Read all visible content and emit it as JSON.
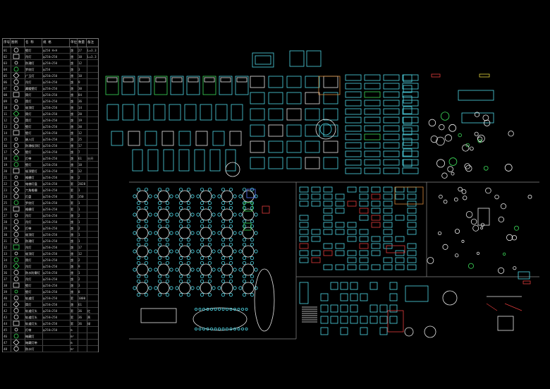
{
  "legend": {
    "headers": [
      "序号",
      "图例",
      "名 称",
      "规 格",
      "单位",
      "数量",
      "备注"
    ],
    "rows": [
      {
        "no": "01",
        "name": "壁灯",
        "spec": "φ250 H×H",
        "unit": "盏",
        "qty": "27",
        "remark": "L=3.3"
      },
      {
        "no": "02",
        "name": "吊灯",
        "spec": "φ250×250",
        "unit": "盏",
        "qty": "10",
        "remark": "L=3.3"
      },
      {
        "no": "03",
        "name": "防潮灯",
        "spec": "φ250×250",
        "unit": "盏",
        "qty": "12",
        "remark": ""
      },
      {
        "no": "04",
        "name": "罗纹灯",
        "spec": "φ250",
        "unit": "盏",
        "qty": "3",
        "remark": ""
      },
      {
        "no": "05",
        "name": "广玉灯",
        "spec": "φ250×250",
        "unit": "盏",
        "qty": "10",
        "remark": ""
      },
      {
        "no": "06",
        "name": "吊灯",
        "spec": "φ250×250",
        "unit": "盏",
        "qty": "9",
        "remark": ""
      },
      {
        "no": "07",
        "name": "藏暖壁灯",
        "spec": "φ250×250",
        "unit": "盏",
        "qty": "30",
        "remark": ""
      },
      {
        "no": "08",
        "name": "筒灯",
        "spec": "φ250×250",
        "unit": "盏",
        "qty": "84",
        "remark": ""
      },
      {
        "no": "09",
        "name": "筒灯",
        "spec": "φ250×250",
        "unit": "盏",
        "qty": "36",
        "remark": ""
      },
      {
        "no": "10",
        "name": "吸顶灯",
        "spec": "φ250×250",
        "unit": "盏",
        "qty": "14",
        "remark": ""
      },
      {
        "no": "11",
        "name": "筒灯",
        "spec": "φ250×250",
        "unit": "盏",
        "qty": "20",
        "remark": ""
      },
      {
        "no": "12",
        "name": "筒灯",
        "spec": "φ250×250",
        "unit": "盏",
        "qty": "19",
        "remark": ""
      },
      {
        "no": "13",
        "name": "壁灯",
        "spec": "φ250×250",
        "unit": "盏",
        "qty": "30",
        "remark": ""
      },
      {
        "no": "14",
        "name": "壁灯",
        "spec": "φ250×250",
        "unit": "盏",
        "qty": "12",
        "remark": ""
      },
      {
        "no": "15",
        "name": "嵌入灯",
        "spec": "φ250×250",
        "unit": "盏",
        "qty": "25",
        "remark": ""
      },
      {
        "no": "16",
        "name": "防潮吸顶灯",
        "spec": "φ250×250",
        "unit": "盏",
        "qty": "17",
        "remark": ""
      },
      {
        "no": "17",
        "name": "壁灯",
        "spec": "φ250×250",
        "unit": "盏",
        "qty": "7",
        "remark": ""
      },
      {
        "no": "18",
        "name": "灯带",
        "spec": "φ250×250",
        "unit": "盏",
        "qty": "61",
        "remark": "分开"
      },
      {
        "no": "19",
        "name": "壁灯",
        "spec": "φ250×250",
        "unit": "盏",
        "qty": "18",
        "remark": ""
      },
      {
        "no": "20",
        "name": "吸顶壁灯",
        "spec": "φ250×250",
        "unit": "盏",
        "qty": "32",
        "remark": ""
      },
      {
        "no": "21",
        "name": "格栅灯",
        "spec": "φ250×250",
        "unit": "盏",
        "qty": "2",
        "remark": ""
      },
      {
        "no": "22",
        "name": "电梯灯盘",
        "spec": "φ250×250",
        "unit": "套",
        "qty": "2028",
        "remark": ""
      },
      {
        "no": "23",
        "name": "六角格栅",
        "spec": "φ250×250",
        "unit": "套",
        "qty": "1",
        "remark": ""
      },
      {
        "no": "24",
        "name": "灯盘",
        "spec": "φ250×250",
        "unit": "套",
        "qty": "350",
        "remark": ""
      },
      {
        "no": "25",
        "name": "罗纹灯",
        "spec": "φ250×250",
        "unit": "套",
        "qty": "1",
        "remark": ""
      },
      {
        "no": "26",
        "name": "格栅灯",
        "spec": "φ250×250",
        "unit": "套",
        "qty": "1",
        "remark": ""
      },
      {
        "no": "27",
        "name": "吊灯",
        "spec": "φ250×250",
        "unit": "盏",
        "qty": "2",
        "remark": ""
      },
      {
        "no": "28",
        "name": "吊灯",
        "spec": "φ250×250",
        "unit": "盏",
        "qty": "1",
        "remark": ""
      },
      {
        "no": "29",
        "name": "灯带",
        "spec": "φ250×250",
        "unit": "盏",
        "qty": "2",
        "remark": ""
      },
      {
        "no": "30",
        "name": "吸顶灯",
        "spec": "φ250×250",
        "unit": "盏",
        "qty": "1",
        "remark": ""
      },
      {
        "no": "31",
        "name": "防潮灯",
        "spec": "φ250×250",
        "unit": "盏",
        "qty": "1",
        "remark": ""
      },
      {
        "no": "32",
        "name": "吊灯",
        "spec": "φ250×250",
        "unit": "盏",
        "qty": "17",
        "remark": ""
      },
      {
        "no": "33",
        "name": "吸顶灯",
        "spec": "φ250×250",
        "unit": "盏",
        "qty": "12",
        "remark": ""
      },
      {
        "no": "34",
        "name": "筒灯",
        "spec": "φ250×250",
        "unit": "盏",
        "qty": "2",
        "remark": ""
      },
      {
        "no": "35",
        "name": "吊灯",
        "spec": "φ250×250",
        "unit": "盏",
        "qty": "9",
        "remark": ""
      },
      {
        "no": "36",
        "name": "防水防雾灯",
        "spec": "φ250×250",
        "unit": "盏",
        "qty": "1",
        "remark": ""
      },
      {
        "no": "37",
        "name": "吊灯",
        "spec": "φ250×250",
        "unit": "盏",
        "qty": "2",
        "remark": ""
      },
      {
        "no": "38",
        "name": "壁灯",
        "spec": "φ250×250",
        "unit": "盏",
        "qty": "3",
        "remark": ""
      },
      {
        "no": "39",
        "name": "壁灯",
        "spec": "φ250×250",
        "unit": "盏",
        "qty": "8",
        "remark": ""
      },
      {
        "no": "40",
        "name": "轨道灯",
        "spec": "φ250×250",
        "unit": "套",
        "qty": "1000",
        "remark": ""
      },
      {
        "no": "41",
        "name": "筒灯",
        "spec": "φ250×250",
        "unit": "盏",
        "qty": "61",
        "remark": ""
      },
      {
        "no": "42",
        "name": "轨道灯头",
        "spec": "φ250×250",
        "unit": "套",
        "qty": "36",
        "remark": "红"
      },
      {
        "no": "43",
        "name": "轨道灯头",
        "spec": "φ250×250",
        "unit": "套",
        "qty": "36",
        "remark": "黄"
      },
      {
        "no": "44",
        "name": "轨道灯头",
        "spec": "φ250×250",
        "unit": "套",
        "qty": "36",
        "remark": "绿"
      },
      {
        "no": "45",
        "name": "灯带",
        "spec": "φ250×250",
        "unit": "m",
        "qty": "",
        "remark": ""
      },
      {
        "no": "46",
        "name": "暗藏灯",
        "spec": "",
        "unit": "m²",
        "qty": "",
        "remark": ""
      },
      {
        "no": "47",
        "name": "暗藏灯带",
        "spec": "",
        "unit": "m",
        "qty": "",
        "remark": ""
      },
      {
        "no": "48",
        "name": "防水灯",
        "spec": "",
        "unit": "m²",
        "qty": "",
        "remark": ""
      }
    ]
  },
  "colors": {
    "cyan": "#4fd7e6",
    "white": "#e8e8e8",
    "green": "#3ddc5a",
    "red": "#e23b3b",
    "orange": "#d88a3c",
    "yellow": "#e2d23c",
    "blue": "#5a78ff",
    "grid": "#888888"
  }
}
